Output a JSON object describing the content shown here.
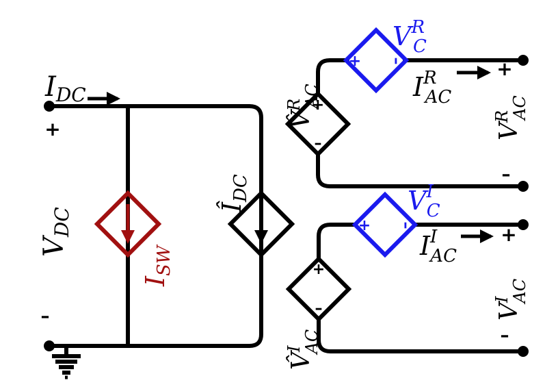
{
  "colors": {
    "wire": "#000000",
    "switch_source": "#a11010",
    "capacitor_sources": "#1a1aee"
  },
  "icons": [
    "ground-icon",
    "terminal-dot-icon",
    "current-arrow-icon"
  ],
  "dc_side": {
    "current_label": {
      "main": "I",
      "sub": "DC"
    },
    "voltage_label": {
      "main": "V",
      "sub": "DC"
    },
    "plus": "+",
    "minus": "–"
  },
  "switch_source": {
    "label": {
      "main": "I",
      "sub": "SW"
    }
  },
  "dc_hat_source": {
    "label": {
      "main": "Î",
      "sub": "DC"
    }
  },
  "real_branch": {
    "ac_voltage_source": {
      "main": "V̂",
      "sup": "R",
      "sub": "AC"
    },
    "cap_source": {
      "main": "V",
      "sup": "R",
      "sub": "C"
    },
    "current": {
      "main": "I",
      "sup": "R",
      "sub": "AC"
    },
    "output_voltage": {
      "main": "V",
      "sup": "R",
      "sub": "AC"
    },
    "plus": "+",
    "minus": "–"
  },
  "imag_branch": {
    "ac_voltage_source": {
      "main": "V̂",
      "sup": "I",
      "sub": "AC"
    },
    "cap_source": {
      "main": "V",
      "sup": "I",
      "sub": "C"
    },
    "current": {
      "main": "I",
      "sup": "I",
      "sub": "AC"
    },
    "output_voltage": {
      "main": "V",
      "sup": "I",
      "sub": "AC"
    },
    "plus": "+",
    "minus": "–"
  },
  "source_polarity": {
    "plus": "+",
    "minus": "–"
  }
}
